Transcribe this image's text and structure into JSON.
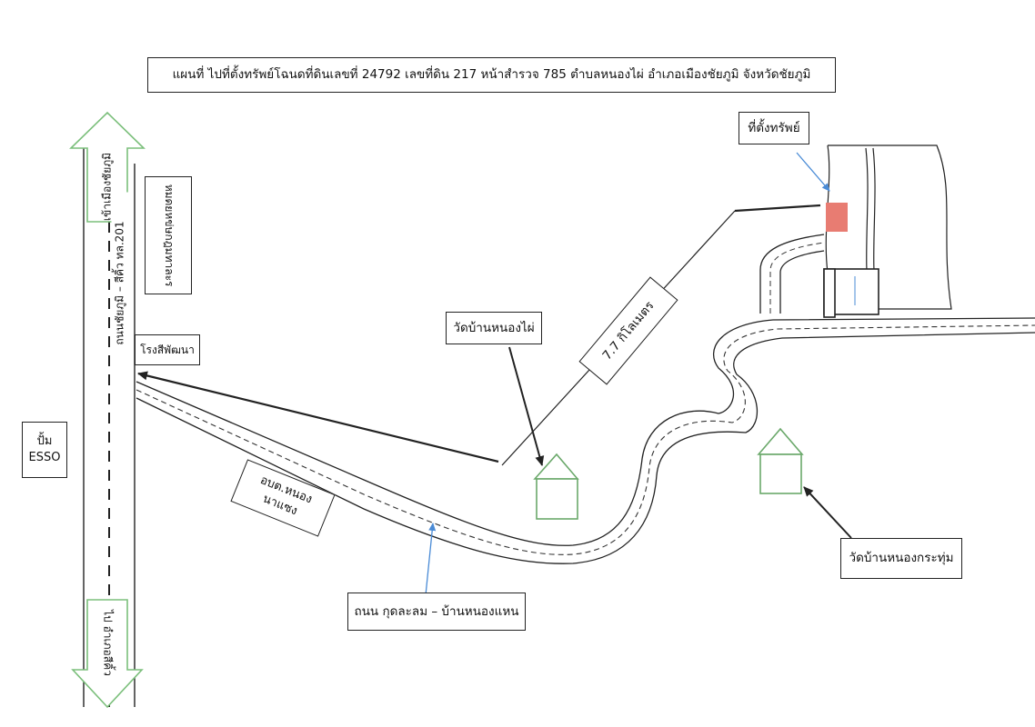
{
  "title": "แผนที่ ไปที่ตั้งทรัพย์โฉนดที่ดินเลขที่ 24792 เลขที่ดิน 217 หน้าสำรวจ 785 ตำบลหนองไผ่ อำเภอเมืองชัยภูมิ จังหวัดชัยภูมิ",
  "labels": {
    "property_location": "ที่ตั้งทรัพย์",
    "distance": "7.7 กิโลเมตร",
    "temple_nong_phai": "วัดบ้านหนองไผ่",
    "temple_nong_kra_thum": "วัดบ้านหนองกระทุ่ม",
    "road_kut_la_lom": "ถนน กุดละลม – บ้านหนองแหน",
    "sao_nong_na_saeng_line1": "อบต.หนอง",
    "sao_nong_na_saeng_line2": "นาแซง",
    "gas_station_line1": "ปั้ม",
    "gas_station_line2": "ESSO",
    "school": "โรงสีพัฒนา",
    "vertical_sign": "หมดยหข่ษกฎมทาละร",
    "to_city": "เข้าเมืองชัยภูมิ",
    "to_district": "ไป อำเภอสีคิ้ว",
    "highway": "ถนนชัยภูมิ – สีคิ้ว ทล.201"
  },
  "colors": {
    "ink": "#222222",
    "house_outline": "#6aa86a",
    "arrow_outline": "#7bbf7b",
    "pointer_blue": "#4a8bd6",
    "property_fill": "#e87c72"
  }
}
